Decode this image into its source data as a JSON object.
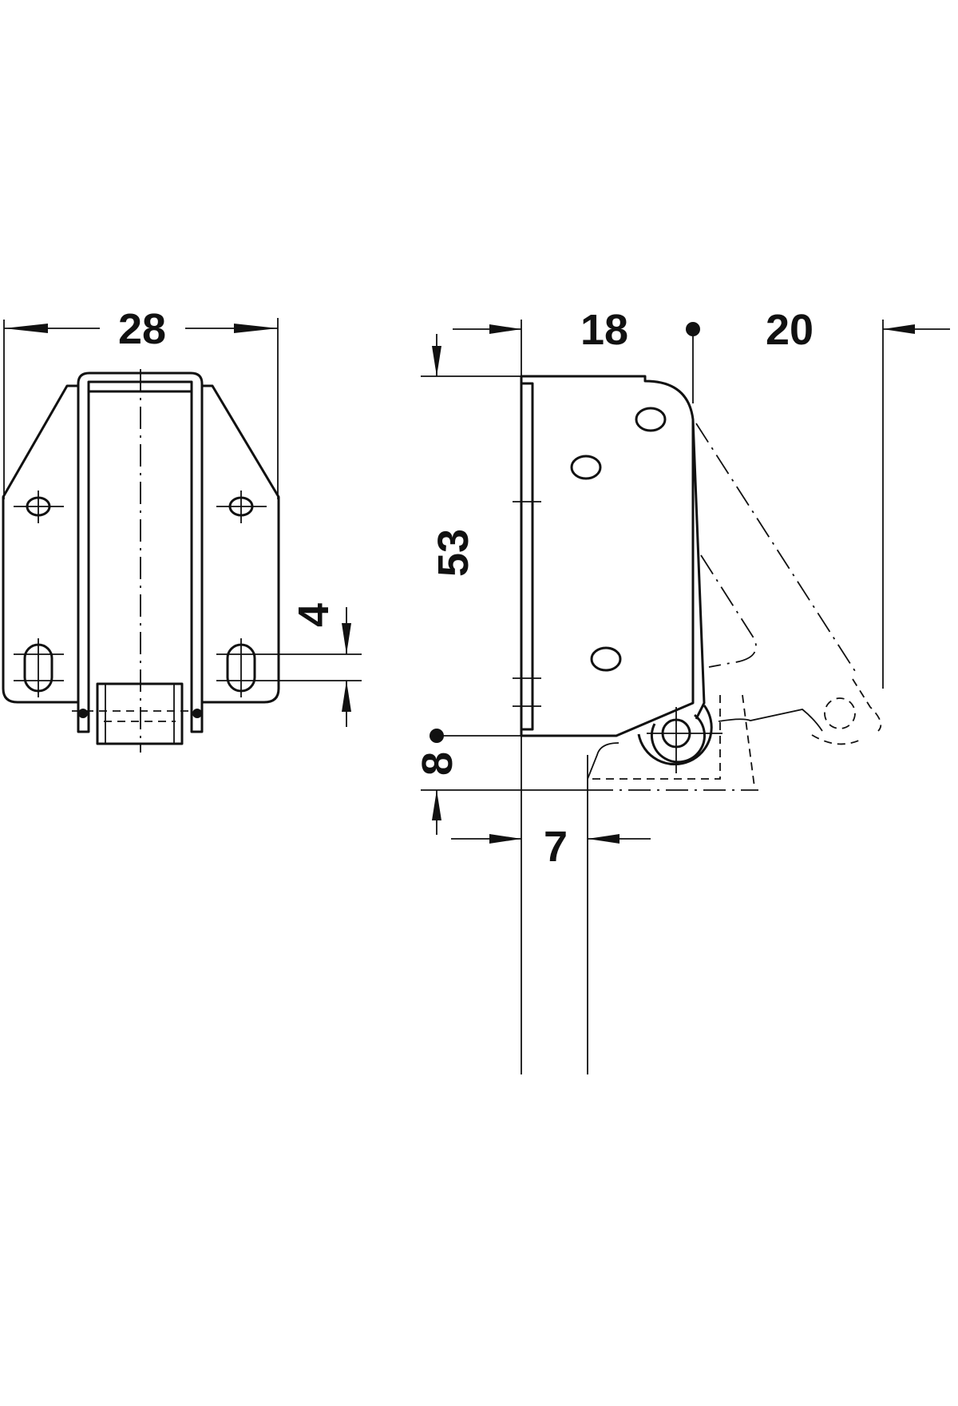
{
  "drawing": {
    "front_view": {
      "width_label": "28",
      "slot_spacing_label": "4"
    },
    "side_view": {
      "depth_label": "18",
      "swing_label": "20",
      "height_label": "53",
      "offset_bottom_label": "8",
      "offset_side_label": "7"
    },
    "colors": {
      "line": "#111111",
      "background": "#ffffff"
    }
  }
}
